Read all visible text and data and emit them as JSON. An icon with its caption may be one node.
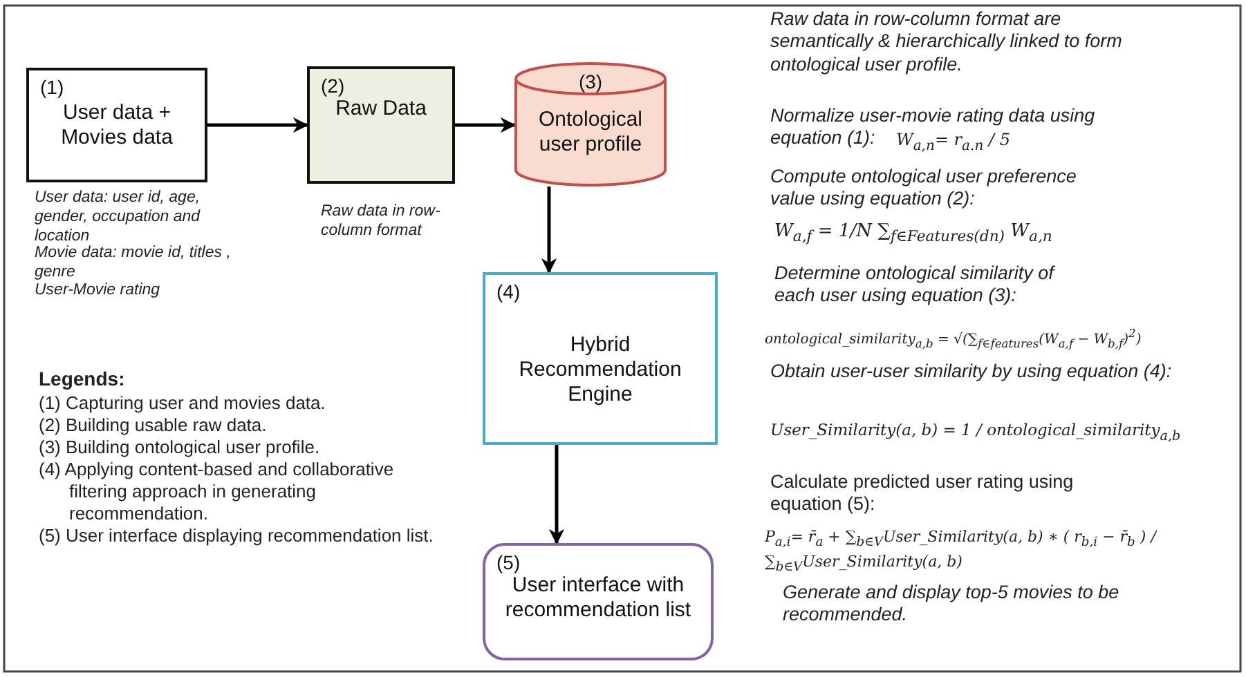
{
  "diagram": {
    "nodes": [
      {
        "text": [
          "(1)",
          "User data + Movies data"
        ],
        "beside": [
          "User data: user id, age, gender, occupation and location",
          "Movie data: movie id, titles , genre",
          "User-Movie  rating"
        ]
      },
      {
        "text": [
          "(2)",
          "Raw Data"
        ],
        "beside": [
          "Raw data in row-column format"
        ]
      },
      {
        "text": [
          "(3)",
          "Ontological user profile"
        ]
      },
      {
        "text": [
          "(4)",
          "Hybrid Recommendation Engine"
        ]
      },
      {
        "text": [
          "(5)",
          "User interface with recommendation list"
        ]
      }
    ],
    "edges": [
      {
        "from": 0,
        "to": 1,
        "arrow": "to"
      },
      {
        "from": 1,
        "to": 2,
        "arrow": "to"
      },
      {
        "from": 2,
        "to": 3,
        "arrow": "to"
      },
      {
        "from": 3,
        "to": 4,
        "arrow": "to"
      }
    ],
    "labels": [
      "Legends:",
      "(1) Capturing user and movies data.",
      "(2) Building usable raw data.",
      "(3) Building ontological user profile.",
      "(4) Applying content-based and collaborative filtering approach in generating recommendation.",
      "(5) User interface displaying recommendation list.",
      "Raw data in row-column format are semantically & hierarchically linked to form ontological user profile.",
      "Normalize user-movie rating data using equation (1):",
      "W$_{a,n}$= r$_{a.n}$ / 5",
      "Compute ontological user preference value using equation (2):",
      "W$_{a,f}$ = 1/N ∑$_{f∈Features(dn)}$ W$_{a,n}$",
      "Determine ontological similarity of each user using  equation (3):",
      "ontological_similarity$_{a,b}$ = √(∑$_{f∈features}$(W$_{a,f}$ − W$_{b,f}$)$^{2}$)",
      "Obtain user-user similarity by using equation (4):",
      "User_Similarity(a, b) = 1 / ontological_similarity$_{a,b}$",
      "Calculate predicted user rating using equation (5):",
      "P$_{a,i}$= r̄$_{a}$ + ∑$_{b∈V}$User_Similarity(a, b) ∗ ( r$_{b,i}$ − r̄$_{b}$ ) / ∑$_{b∈V}$User_Similarity(a, b)",
      "Generate and display top-5 movies to be recommended."
    ]
  }
}
